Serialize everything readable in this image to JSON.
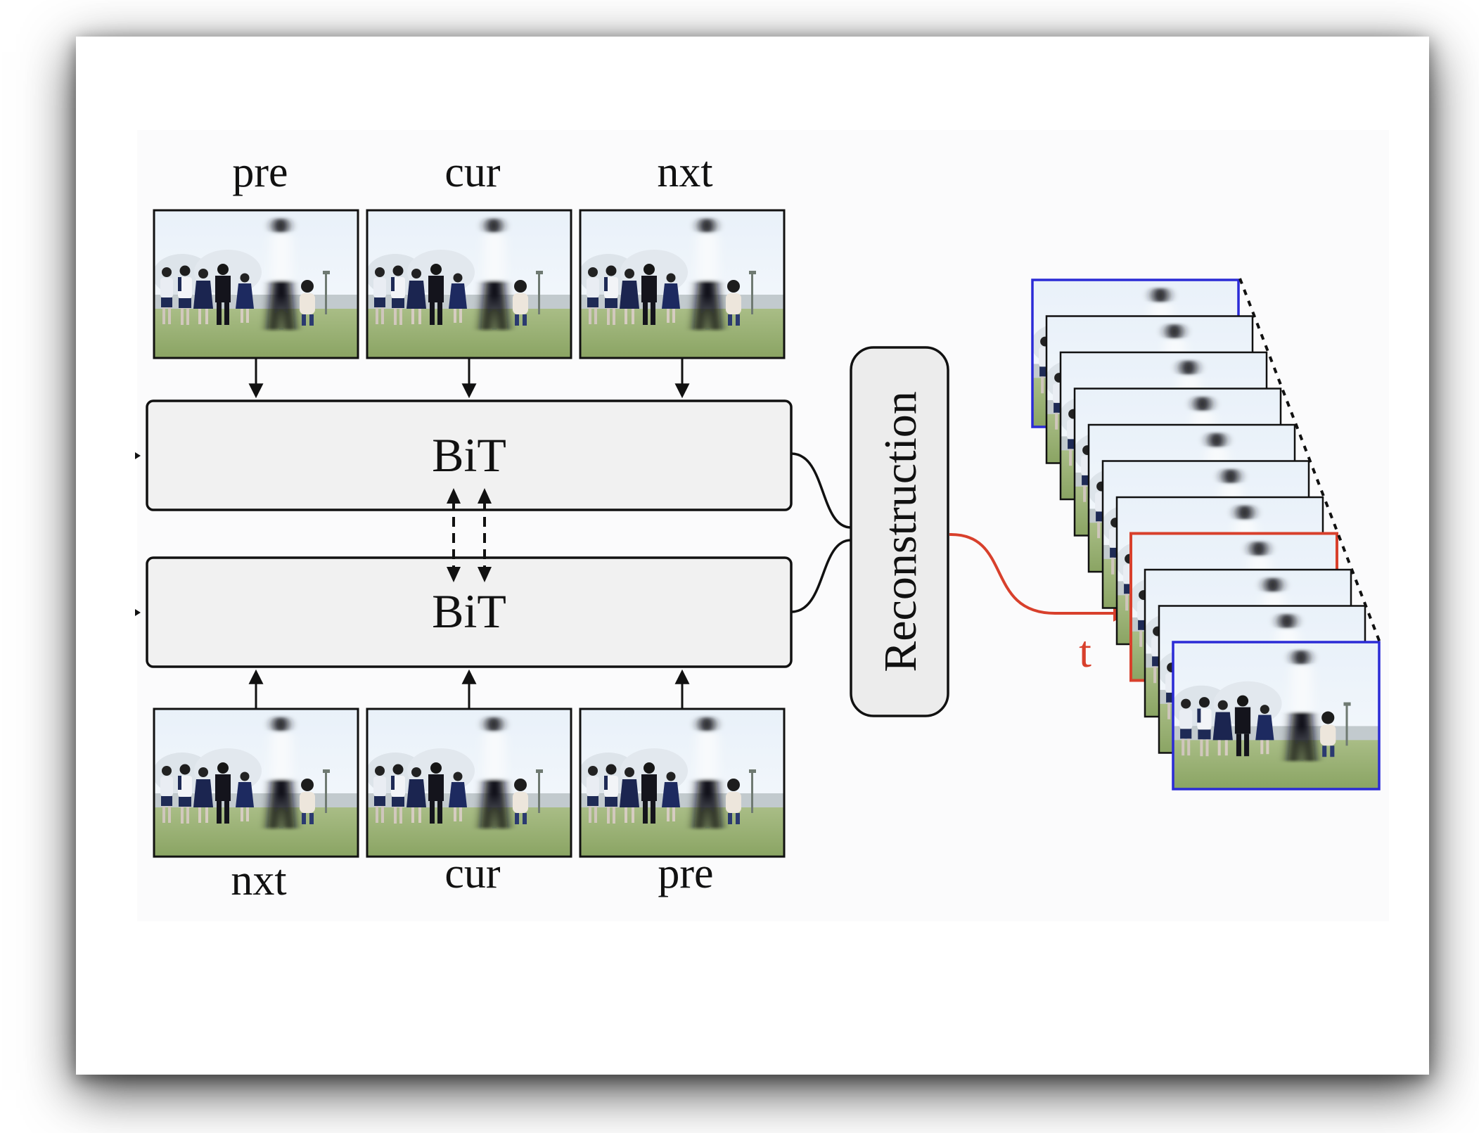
{
  "diagram": {
    "top_labels": [
      "pre",
      "cur",
      "nxt"
    ],
    "bottom_labels": [
      "nxt",
      "cur",
      "pre"
    ],
    "block_upper_label": "BiT",
    "block_lower_label": "BiT",
    "reconstruction_label": "Reconstruction",
    "time_label": "t",
    "frame_count": 11,
    "highlighted_frame_index": 7,
    "colors": {
      "frame_edge_blue": "#2b2bd6",
      "highlight_red": "#d8402c",
      "block_fill": "#f1f1f1",
      "stroke": "#111111"
    }
  }
}
